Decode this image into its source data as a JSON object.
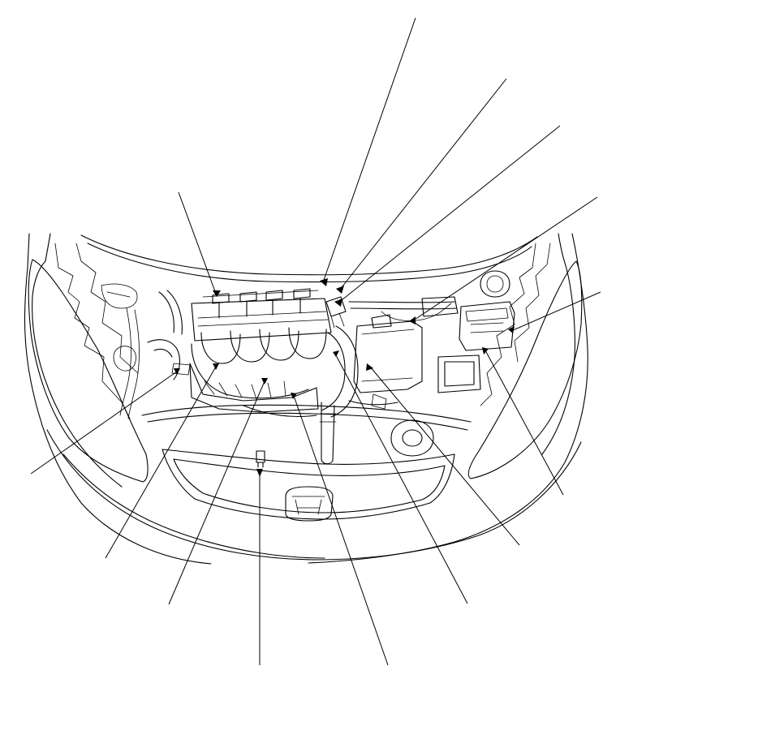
{
  "diagram": {
    "line_color": "#000000",
    "background_color": "#ffffff",
    "callouts": [
      {
        "id": "callout-1",
        "label": ""
      },
      {
        "id": "callout-2",
        "label": ""
      },
      {
        "id": "callout-3",
        "label": ""
      },
      {
        "id": "callout-4",
        "label": ""
      },
      {
        "id": "callout-5",
        "label": ""
      },
      {
        "id": "callout-6",
        "label": ""
      },
      {
        "id": "callout-7",
        "label": ""
      },
      {
        "id": "callout-8",
        "label": ""
      },
      {
        "id": "callout-9",
        "label": ""
      },
      {
        "id": "callout-10",
        "label": ""
      },
      {
        "id": "callout-11",
        "label": ""
      },
      {
        "id": "callout-12",
        "label": ""
      },
      {
        "id": "callout-13",
        "label": ""
      },
      {
        "id": "callout-14",
        "label": ""
      }
    ]
  }
}
